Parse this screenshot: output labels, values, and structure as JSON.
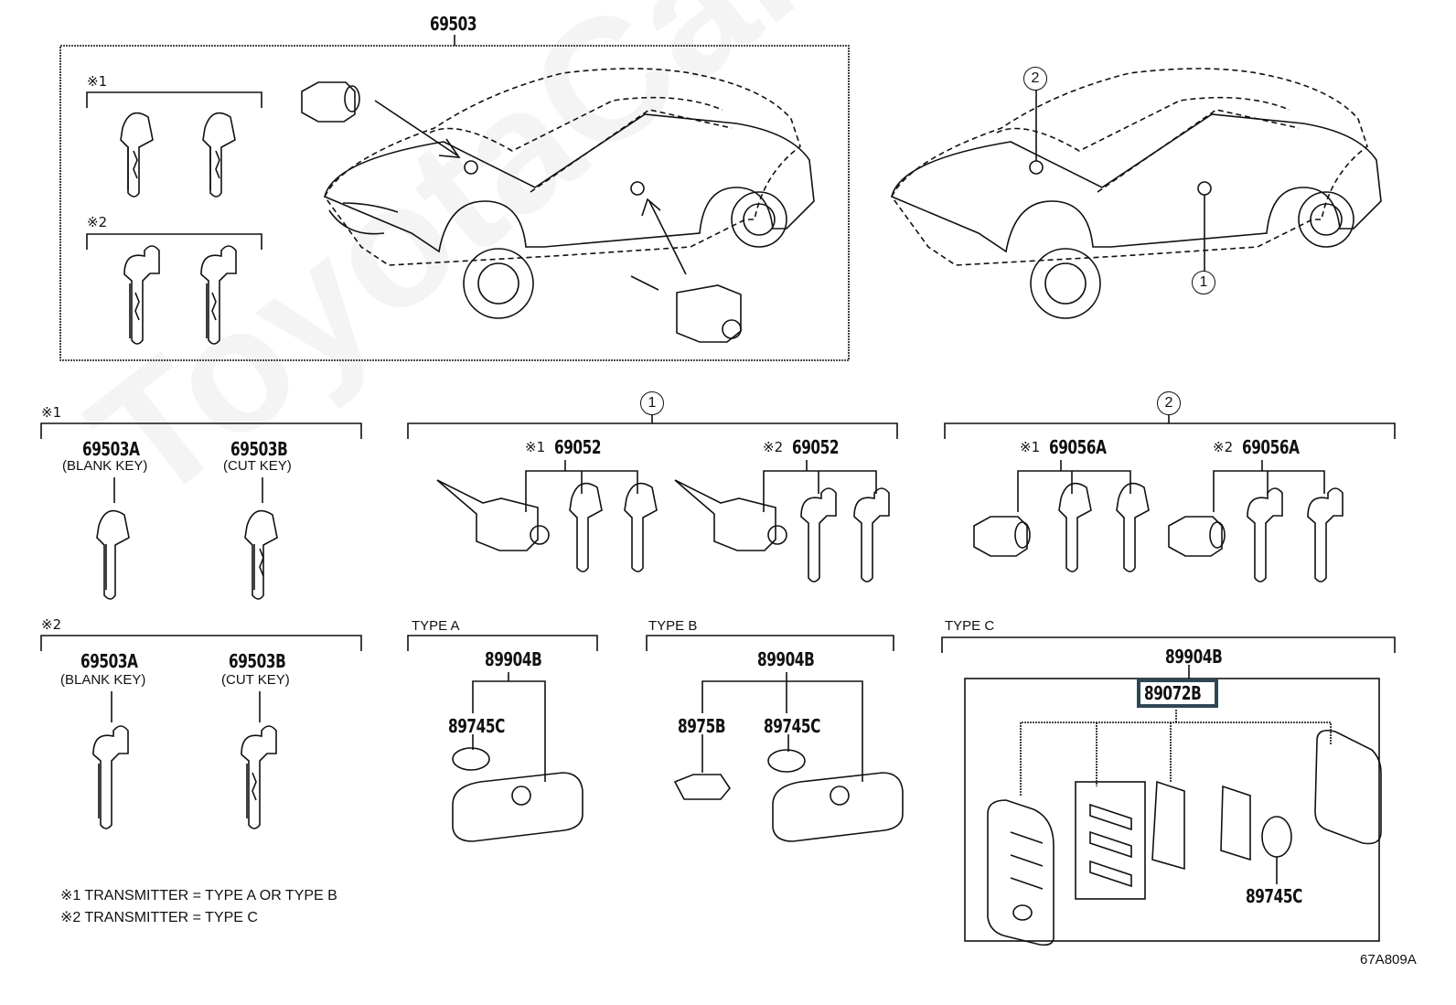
{
  "diagram": {
    "code": "67A809A",
    "watermark": "ToyotaCarMine.ru",
    "top_assembly": {
      "part_number": "69503",
      "group_1_mark": "※1",
      "group_2_mark": "※2"
    },
    "callout_1": "1",
    "callout_2": "2",
    "key_groups": [
      {
        "mark": "※1",
        "items": [
          {
            "part_number": "69503A",
            "desc": "(BLANK KEY)"
          },
          {
            "part_number": "69503B",
            "desc": "(CUT KEY)"
          }
        ]
      },
      {
        "mark": "※2",
        "items": [
          {
            "part_number": "69503A",
            "desc": "(BLANK KEY)"
          },
          {
            "part_number": "69503B",
            "desc": "(CUT KEY)"
          }
        ]
      }
    ],
    "cylinder_group_1": {
      "callout": "1",
      "items": [
        {
          "mark": "※1",
          "part_number": "69052"
        },
        {
          "mark": "※2",
          "part_number": "69052"
        }
      ]
    },
    "cylinder_group_2": {
      "callout": "2",
      "items": [
        {
          "mark": "※1",
          "part_number": "69056A"
        },
        {
          "mark": "※2",
          "part_number": "69056A"
        }
      ]
    },
    "transmitters": [
      {
        "type": "TYPE A",
        "part_number": "89904B",
        "children": [
          "89745C"
        ]
      },
      {
        "type": "TYPE B",
        "part_number": "89904B",
        "children": [
          "8975B",
          "89745C"
        ]
      },
      {
        "type": "TYPE C",
        "part_number": "89904B",
        "highlighted": "89072B",
        "children": [
          "89745C"
        ],
        "highlight_color": "#2e4756"
      }
    ],
    "notes": [
      "※1 TRANSMITTER = TYPE A OR TYPE B",
      "※2 TRANSMITTER = TYPE C"
    ]
  }
}
